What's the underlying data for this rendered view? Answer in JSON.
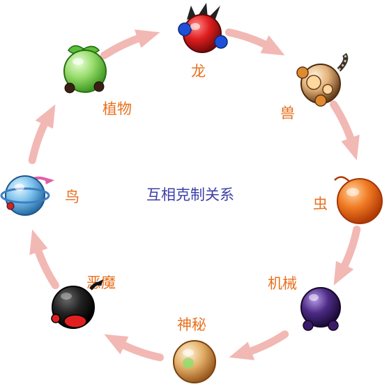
{
  "center_text": "互相克制关系",
  "nodes": [
    {
      "id": "dragon",
      "label": "龙",
      "color": "#d81c1c",
      "icon": "red-dragon-orb-icon"
    },
    {
      "id": "beast",
      "label": "兽",
      "color": "#c58a4a",
      "icon": "brown-beast-orb-icon"
    },
    {
      "id": "bug",
      "label": "虫",
      "color": "#ee6a1a",
      "icon": "orange-bug-orb-icon"
    },
    {
      "id": "machine",
      "label": "机械",
      "color": "#4b2c7a",
      "icon": "purple-machine-orb-icon"
    },
    {
      "id": "mystic",
      "label": "神秘",
      "color": "#d9a15e",
      "icon": "gold-mystic-orb-icon"
    },
    {
      "id": "demon",
      "label": "恶魔",
      "color": "#1e1e1e",
      "icon": "black-demon-orb-icon"
    },
    {
      "id": "bird",
      "label": "鸟",
      "color": "#5fa8d8",
      "icon": "blue-bird-orb-icon"
    },
    {
      "id": "plant",
      "label": "植物",
      "color": "#8fd66a",
      "icon": "green-plant-orb-icon"
    }
  ],
  "arrow_color": "#f2b8b4",
  "label_color": "#e8701e",
  "center_color": "#3d3fa8"
}
